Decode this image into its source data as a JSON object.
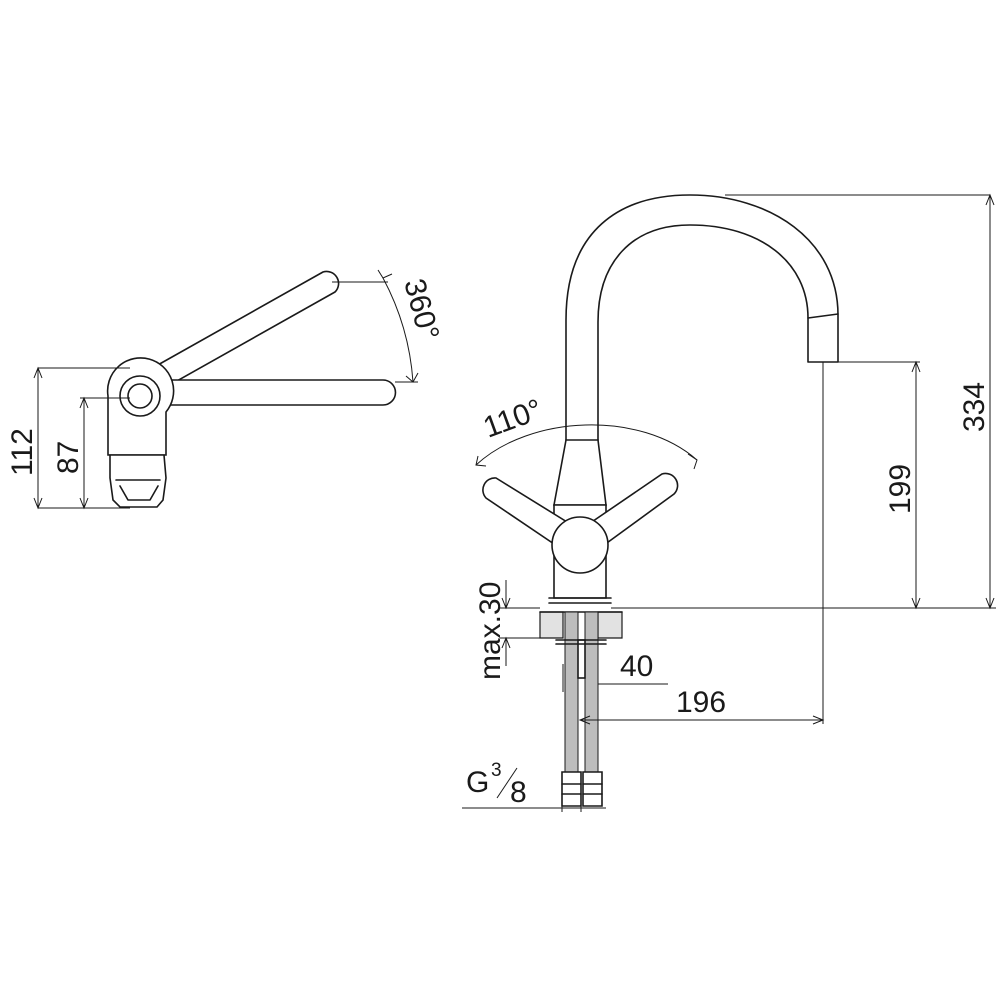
{
  "colors": {
    "line": "#1a1a1a",
    "background": "#ffffff",
    "hose_fill": "#bdbdbd",
    "countertop_fill": "#e2e2e2"
  },
  "top_view": {
    "rotation_angle": "360°",
    "overall_height": "112",
    "body_height": "87"
  },
  "side_view": {
    "handle_swing_angle": "110°",
    "total_height": "334",
    "spout_height": "199",
    "counter_thickness": "max.30",
    "base_diameter": "40",
    "spout_reach": "196",
    "connection_thread": {
      "prefix": "G",
      "numerator": "3",
      "denominator": "8"
    }
  }
}
